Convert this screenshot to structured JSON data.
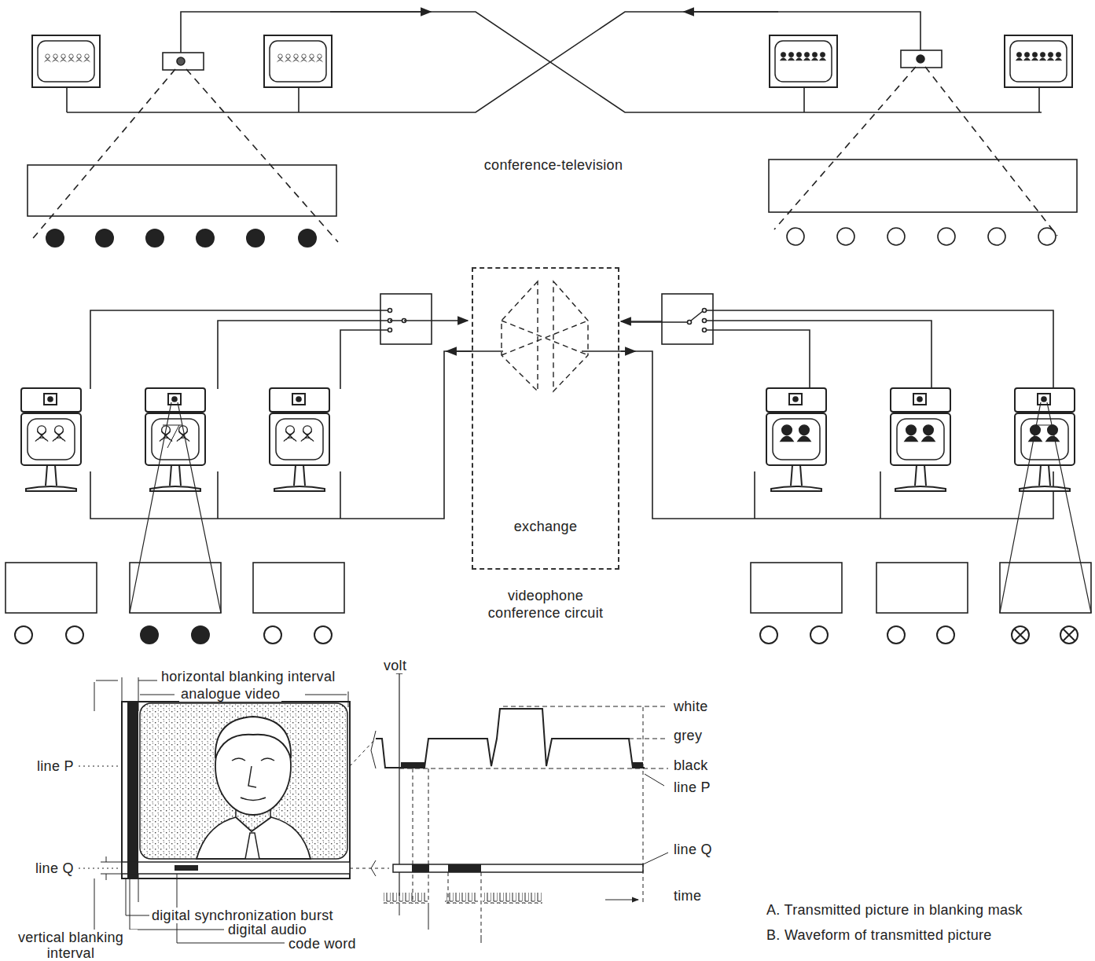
{
  "diagram": {
    "nodes": [
      {
        "text": [
          "exchange",
          "videophone conference circuit"
        ]
      }
    ],
    "labels": [
      "conference-television",
      "horizontal blanking interval",
      "analogue video",
      "volt",
      "white",
      "grey",
      "black",
      "line P",
      "line P",
      "line Q",
      "line Q",
      "time",
      "digital synchronization burst",
      "digital audio",
      "code word",
      "vertical blanking interval",
      "A. Transmitted picture in blanking mask",
      "B. Waveform of transmitted picture"
    ]
  }
}
